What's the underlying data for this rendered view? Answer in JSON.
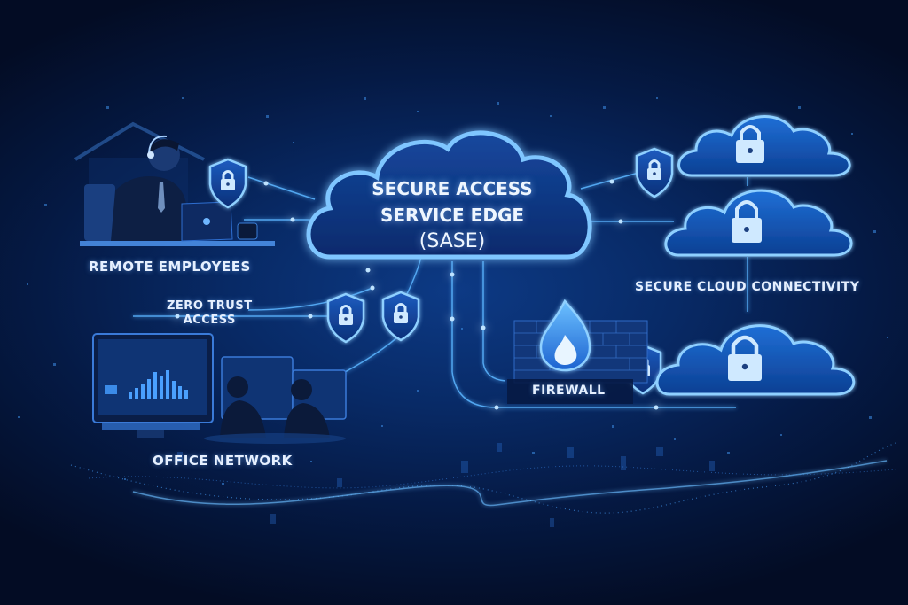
{
  "title": {
    "line1": "SECURE ACCESS",
    "line2": "SERVICE EDGE",
    "line3": "(SASE)"
  },
  "nodes": {
    "remote_employees": {
      "label": "REMOTE EMPLOYEES",
      "icon": "person-laptop-icon"
    },
    "zero_trust": {
      "label_line1": "ZERO TRUST",
      "label_line2": "ACCESS",
      "icon": "shield-lock-icon"
    },
    "office_network": {
      "label": "OFFICE NETWORK",
      "icon": "office-workstation-icon"
    },
    "firewall": {
      "label": "FIREWALL",
      "icon": "firewall-flame-icon"
    },
    "secure_cloud": {
      "label": "SECURE CLOUD CONNECTIVITY",
      "icon": "cloud-lock-icon"
    }
  },
  "colors": {
    "background_dark": "#030c24",
    "background_mid": "#082a66",
    "accent_glow": "#5ab4ff",
    "cloud_fill": "#1a5fc4",
    "text": "#e6f0ff"
  }
}
